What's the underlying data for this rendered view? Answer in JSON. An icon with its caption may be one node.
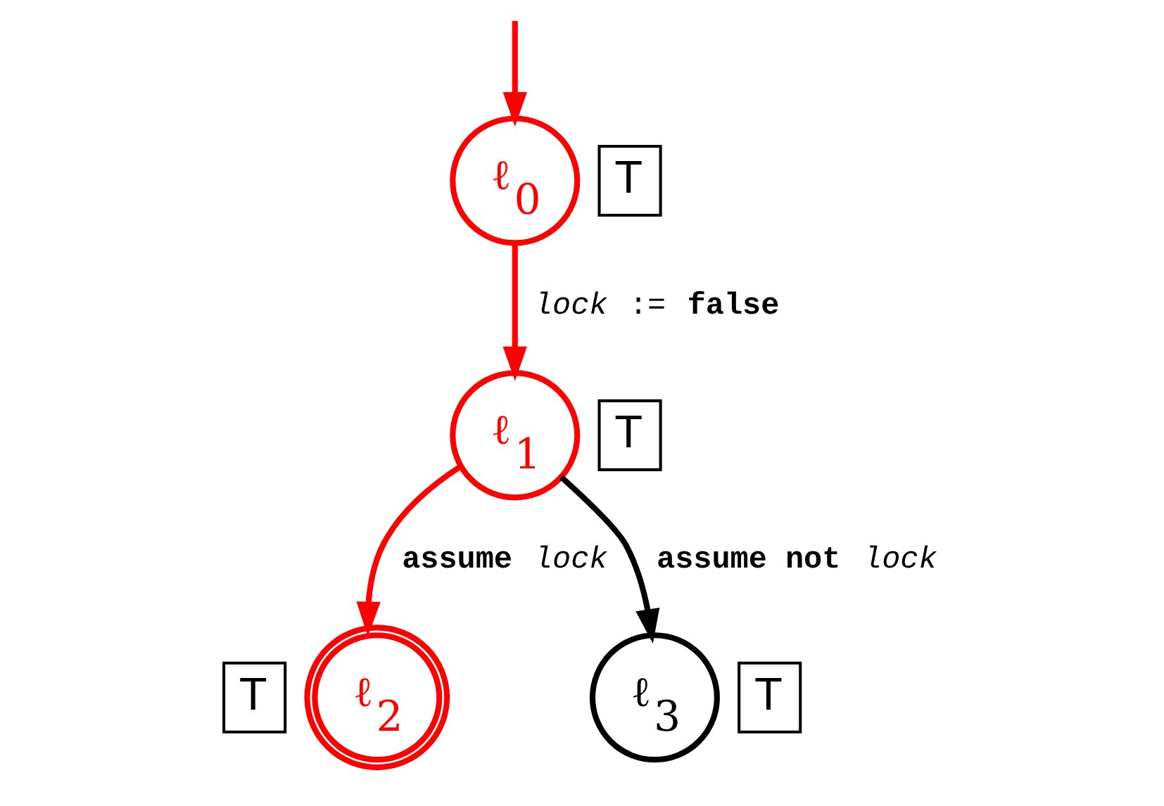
{
  "diagram": {
    "nodes": [
      {
        "text": [
          "ℓ$_{0}$"
        ],
        "beside": [
          "T"
        ]
      },
      {
        "text": [
          "ℓ$_{1}$"
        ],
        "beside": [
          "T"
        ]
      },
      {
        "text": [
          "ℓ$_{2}$"
        ],
        "beside": [
          "T"
        ]
      },
      {
        "text": [
          "ℓ$_{3}$"
        ],
        "beside": [
          "T"
        ]
      }
    ],
    "edges": [
      {
        "from": null,
        "to": 0,
        "arrow": "to"
      },
      {
        "from": 0,
        "to": 1,
        "arrow": "to",
        "label": "*lock* := **false**"
      },
      {
        "from": 1,
        "to": 2,
        "arrow": "to",
        "label": "**assume** *lock*"
      },
      {
        "from": 1,
        "to": 3,
        "arrow": "to",
        "label": "**assume not** *lock*",
        "color": "#000000"
      }
    ]
  }
}
